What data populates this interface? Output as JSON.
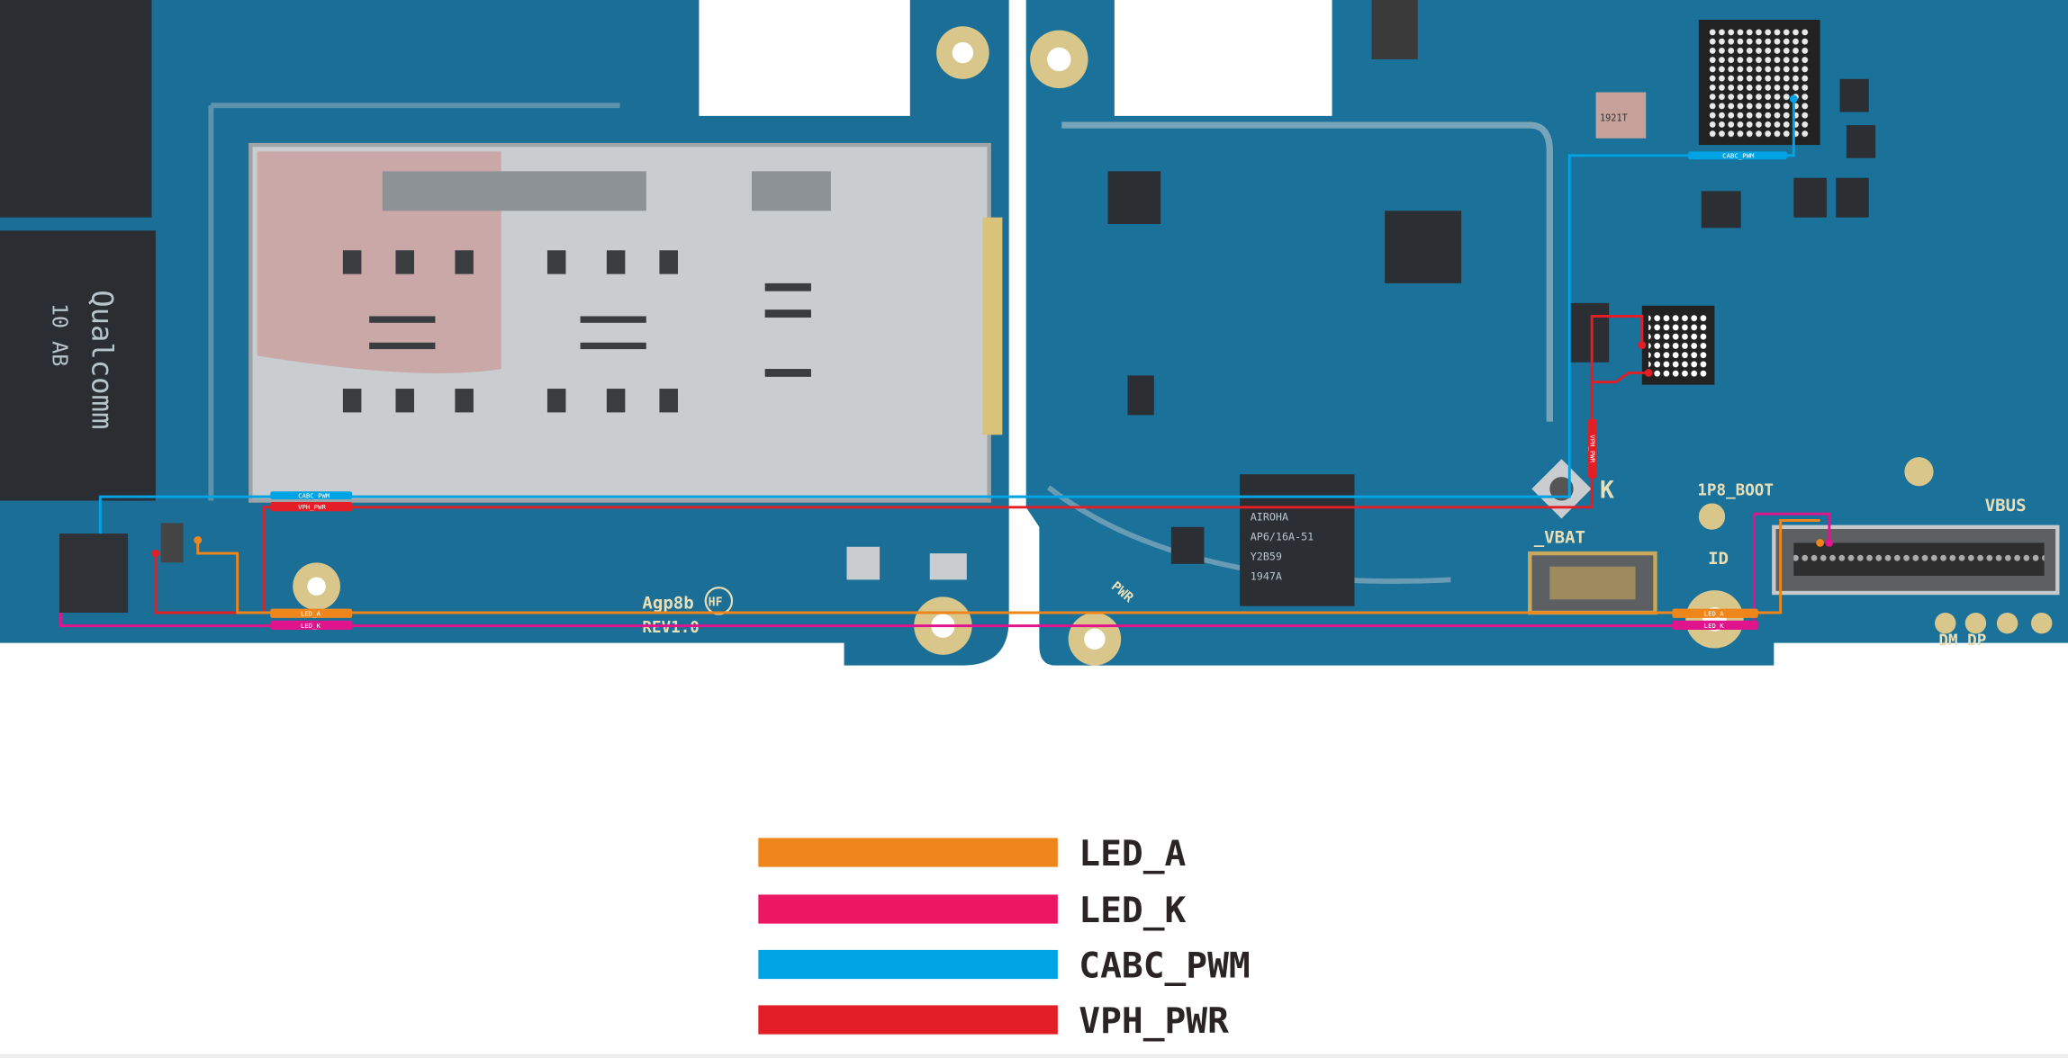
{
  "board": {
    "silkscreen": {
      "board_id": "Agp8b",
      "hf_mark": "HF",
      "revision": "REV1.0",
      "vbus": "VBUS",
      "boot": "1P8_BOOT",
      "vbat": "_VBAT",
      "id": "ID",
      "dm_dp": "DM DP",
      "pwr": "PWR",
      "k_mark": "K"
    },
    "chip_text": {
      "left_chip_brand": "Qualcomm",
      "left_chip_code": "10  AB",
      "airoha_line1": "AIROHA",
      "airoha_line2": "AP6/16A-51",
      "airoha_line3": "Y2B59",
      "airoha_line4": "1947A",
      "inductor_text": "1921T"
    },
    "trace_labels": {
      "cabc_left": "CABC_PWM",
      "vph_left": "VPH_PWR",
      "led_a_left": "LED_A",
      "led_k_left": "LED_K",
      "cabc_right": "CABC_PWM",
      "vph_right": "VPH_PWR",
      "led_a_right": "LED_A",
      "led_k_right": "LED_K"
    }
  },
  "legend": [
    {
      "label": "LED_A",
      "color": "#ee861b"
    },
    {
      "label": "LED_K",
      "color": "#ec1763"
    },
    {
      "label": "CABC_PWM",
      "color": "#00a3e4"
    },
    {
      "label": "VPH_PWR",
      "color": "#e31e26"
    }
  ]
}
